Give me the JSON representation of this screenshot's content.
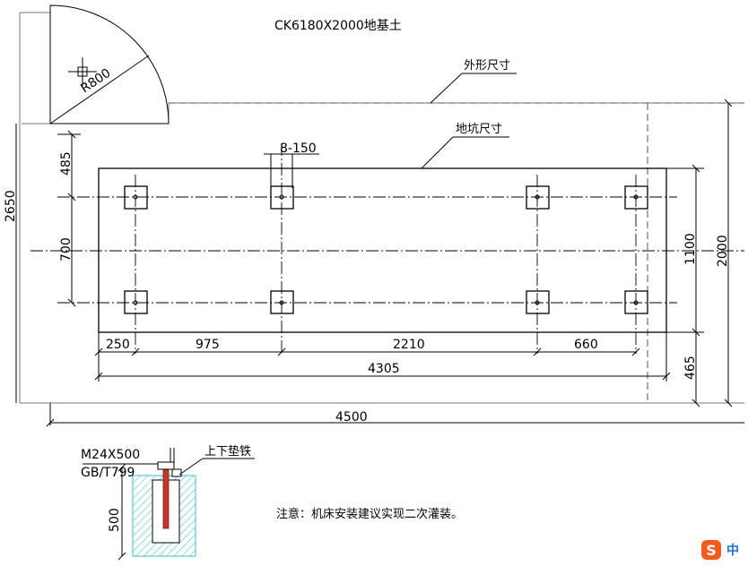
{
  "title": "CK6180X2000地基土",
  "labels": {
    "outer_size": "外形尺寸",
    "pit_size": "地坑尺寸",
    "bolt_spec": "8-150",
    "radius": "R800",
    "bolt_model": "M24X500",
    "bolt_standard": "GB/T799",
    "shim": "上下垫铁",
    "note": "注意：机床安装建议实现二次灌装。"
  },
  "dimensions": {
    "d485": "485",
    "d700": "700",
    "d2650": "2650",
    "d1100": "1100",
    "d2000": "2000",
    "d465": "465",
    "d250": "250",
    "d975": "975",
    "d2210": "2210",
    "d660": "660",
    "d4305": "4305",
    "d4500": "4500",
    "d500": "500"
  },
  "ime": {
    "logo": "S",
    "lang": "中"
  }
}
